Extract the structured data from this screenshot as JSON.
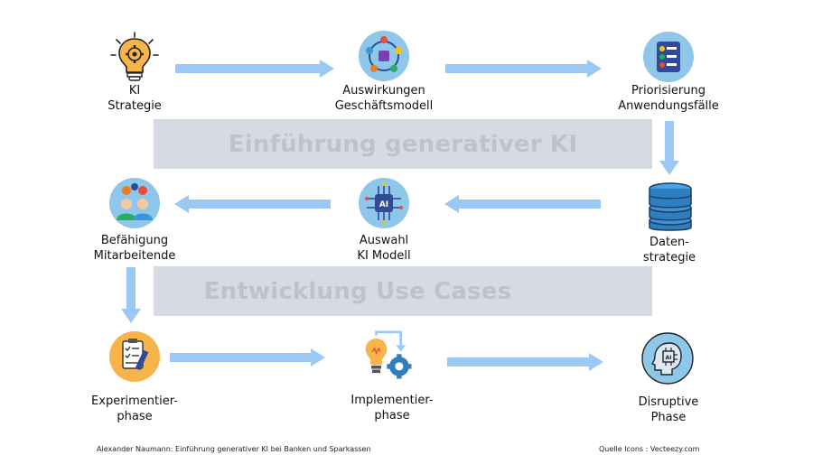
{
  "bands": {
    "top": "Einführung generativer KI",
    "bottom": "Entwicklung Use Cases"
  },
  "nodes": {
    "ki_strategie": {
      "line1": "KI",
      "line2": "Strategie",
      "icon": "lightbulb-gear-icon"
    },
    "auswirkungen": {
      "line1": "Auswirkungen",
      "line2": "Geschäftsmodell",
      "icon": "business-model-icon"
    },
    "priorisierung": {
      "line1": "Priorisierung",
      "line2": "Anwendungsfälle",
      "icon": "checklist-icon"
    },
    "datenstrategie": {
      "line1": "Daten-",
      "line2": "strategie",
      "icon": "database-icon"
    },
    "auswahl": {
      "line1": "Auswahl",
      "line2": "KI Modell",
      "icon": "ai-chip-icon"
    },
    "befaehigung": {
      "line1": "Befähigung",
      "line2": "Mitarbeitende",
      "icon": "team-gears-icon"
    },
    "experimentier": {
      "line1": "Experimentier-",
      "line2": "phase",
      "icon": "clipboard-pencil-icon"
    },
    "implementier": {
      "line1": "Implementier-",
      "line2": "phase",
      "icon": "bulb-gear-icon"
    },
    "disruptive": {
      "line1": "Disruptive",
      "line2": "Phase",
      "icon": "ai-head-icon"
    }
  },
  "footer": {
    "left": "Alexander Naumann: Einführung generativer KI bei Banken und Sparkassen",
    "right": "Quelle Icons : Vecteezy.com"
  },
  "colors": {
    "arrow": "#9cc8f4",
    "band": "#d6dbe3",
    "band_text": "#bcc3cc"
  }
}
